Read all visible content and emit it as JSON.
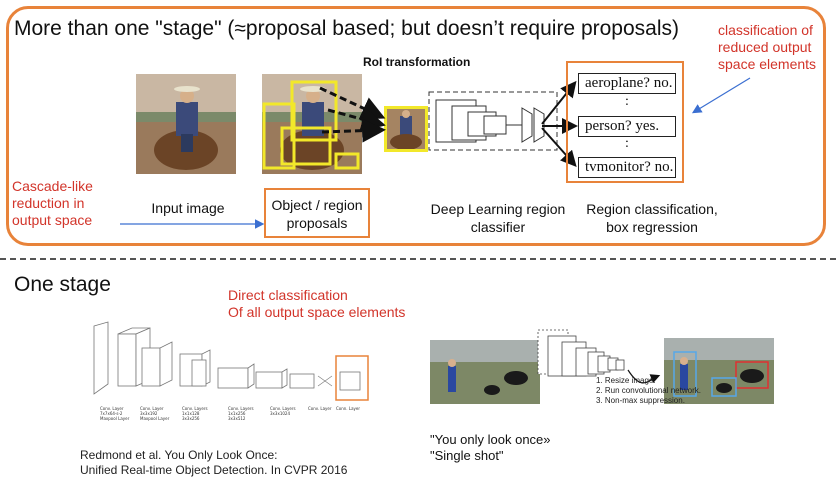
{
  "two_stage": {
    "title": "More than one \"stage\" (≈proposal based; but doesn’t require proposals)",
    "note_right": [
      "classification of",
      "reduced output",
      "space elements"
    ],
    "note_left": [
      "Cascade-like",
      "reduction in",
      "output space"
    ],
    "roi_label": "RoI transformation",
    "input_label": "Input image",
    "proposals_label": [
      "Object / region",
      "proposals"
    ],
    "dl_label": [
      "Deep Learning region",
      "classifier"
    ],
    "region_label": [
      "Region classification,",
      "box regression"
    ],
    "classes": [
      "aeroplane? no.",
      ":",
      "person? yes.",
      ":",
      "tvmonitor? no."
    ]
  },
  "one_stage": {
    "title": "One stage",
    "note": [
      "Direct classification",
      "Of all output space elements"
    ],
    "citation": [
      "Redmond et al. You Only Look Once:",
      "Unified Real-time Object Detection. In CVPR 2016"
    ],
    "quotes": [
      "\"You only look once»",
      "\"Single shot\""
    ],
    "yolo_steps": [
      "1. Resize image.",
      "2. Run convolutional network.",
      "3. Non-max suppression."
    ]
  },
  "colors": {
    "accent_orange": "#e8833a",
    "note_red": "#d2342a",
    "arrow_blue": "#3b6fd1"
  }
}
